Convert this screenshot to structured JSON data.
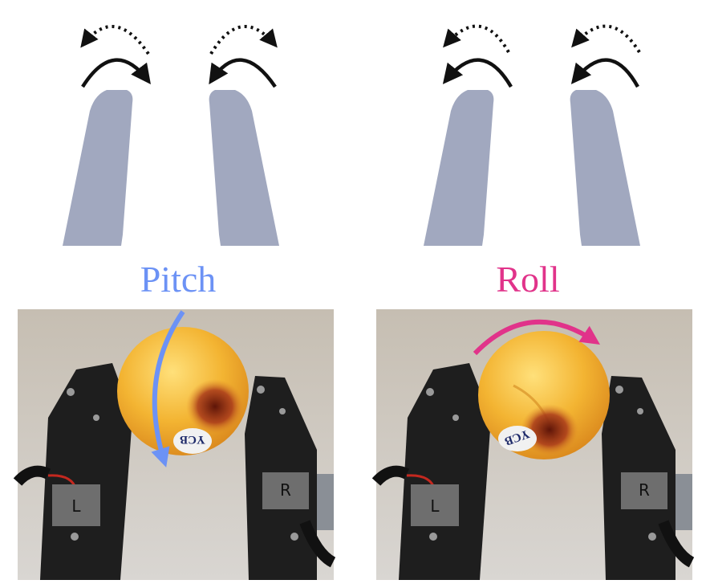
{
  "panels": {
    "left": {
      "caption": "Pitch",
      "caption_color": "#6c92f5",
      "tape_left": "L",
      "tape_right": "R",
      "logo": "YCB"
    },
    "right": {
      "caption": "Roll",
      "caption_color": "#e1338a",
      "tape_left": "L",
      "tape_right": "R",
      "logo": "YCB"
    }
  },
  "colors": {
    "finger": "#a1a8bf",
    "arrow": "#111111",
    "background_photo": "#cfcac3",
    "gripper": "#1e1e1e",
    "tape": "#6e6e6e",
    "fruit": "#f2b530",
    "fruit_spot": "#8c2a14"
  },
  "icons": {
    "solid_arrow": "curved-arrow-solid-icon",
    "dotted_arrow": "curved-arrow-dotted-icon"
  }
}
